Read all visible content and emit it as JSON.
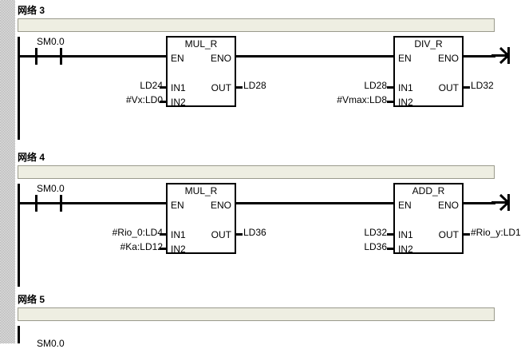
{
  "editor": {
    "type": "ladder-diagram-editor",
    "colors": {
      "comment_bar_fill": "#eeeee2",
      "comment_bar_border": "#9a9a8c",
      "wire": "#000000",
      "canvas": "#ffffff",
      "gutter": "#9a9a9a"
    }
  },
  "networks": [
    {
      "title_prefix": "网络",
      "title_number": "3",
      "comment": "",
      "contact": {
        "label": "SM0.0",
        "type": "normally-open"
      },
      "blocks": [
        {
          "name": "MUL_R",
          "pins": {
            "en": "EN",
            "eno": "ENO",
            "in1": "IN1",
            "in2": "IN2",
            "out": "OUT"
          },
          "in1_operand": "LD24",
          "in2_operand": "#Vx:LD0",
          "out_operand": "LD28"
        },
        {
          "name": "DIV_R",
          "pins": {
            "en": "EN",
            "eno": "ENO",
            "in1": "IN1",
            "in2": "IN2",
            "out": "OUT"
          },
          "in1_operand": "LD28",
          "in2_operand": "#Vmax:LD8",
          "out_operand": "LD32"
        }
      ],
      "end_symbol": "right-arrow"
    },
    {
      "title_prefix": "网络",
      "title_number": "4",
      "comment": "",
      "contact": {
        "label": "SM0.0",
        "type": "normally-open"
      },
      "blocks": [
        {
          "name": "MUL_R",
          "pins": {
            "en": "EN",
            "eno": "ENO",
            "in1": "IN1",
            "in2": "IN2",
            "out": "OUT"
          },
          "in1_operand": "#Rio_0:LD4",
          "in2_operand": "#Ka:LD12",
          "out_operand": "LD36"
        },
        {
          "name": "ADD_R",
          "pins": {
            "en": "EN",
            "eno": "ENO",
            "in1": "IN1",
            "in2": "IN2",
            "out": "OUT"
          },
          "in1_operand": "LD32",
          "in2_operand": "LD36",
          "out_operand": "#Rio_y:LD1"
        }
      ],
      "end_symbol": "right-arrow"
    },
    {
      "title_prefix": "网络",
      "title_number": "5",
      "comment": "",
      "contact": null,
      "blocks": [],
      "end_symbol": null
    }
  ]
}
